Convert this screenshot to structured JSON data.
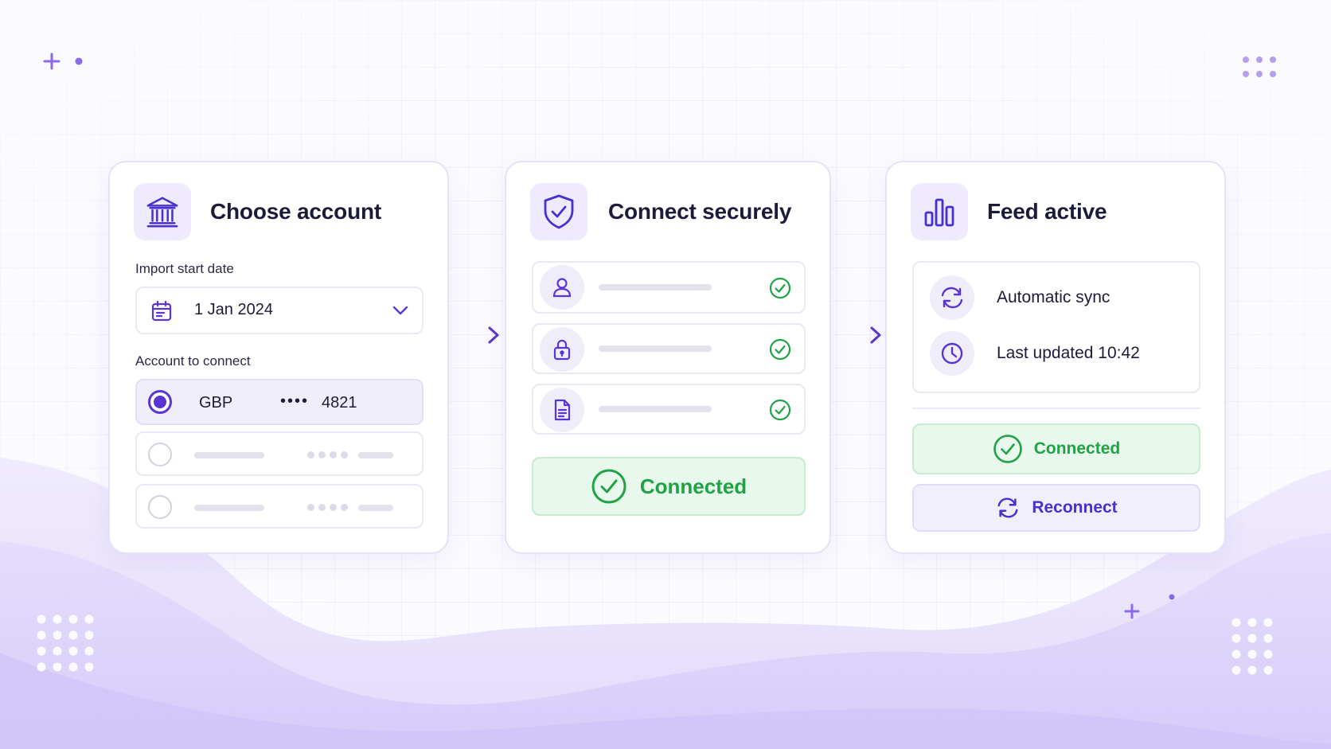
{
  "colors": {
    "accent": "#5b34d6",
    "success": "#1fa345",
    "tile_bg": "#efeafd",
    "card_border": "#e6e1fb",
    "wave": "#ddd3fa"
  },
  "step1": {
    "title": "Choose account",
    "icon": "bank-icon",
    "import_label": "Import start date",
    "date_value": "1 Jan 2024",
    "account_label": "Account to connect",
    "selected_account": {
      "currency": "GBP",
      "mask": "••••",
      "last4": "4821",
      "selected": true
    },
    "placeholder_rows": 2
  },
  "step2": {
    "title": "Connect securely",
    "icon": "shield-check-icon",
    "rows": [
      {
        "icon": "user-icon",
        "status": "check-circle-icon"
      },
      {
        "icon": "lock-icon",
        "status": "check-circle-icon"
      },
      {
        "icon": "document-icon",
        "status": "check-circle-icon"
      }
    ],
    "status_label": "Connected"
  },
  "step3": {
    "title": "Feed active",
    "icon": "bar-chart-icon",
    "sync_label": "Automatic sync",
    "updated_label": "Last updated 10:42",
    "status_label": "Connected",
    "reconnect_label": "Reconnect"
  }
}
